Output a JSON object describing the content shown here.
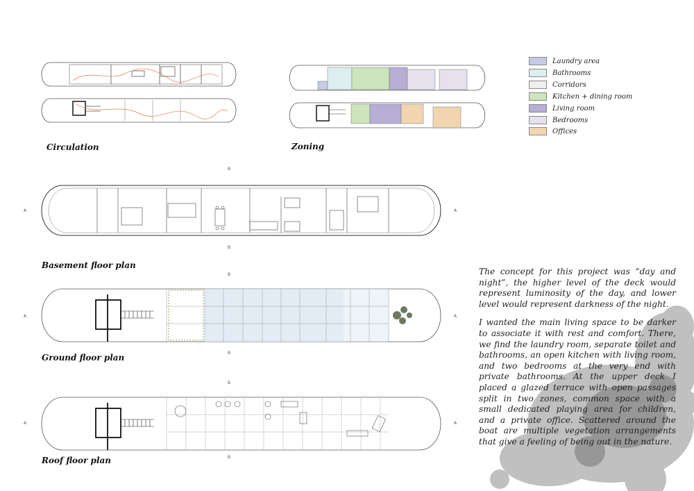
{
  "legend": [
    {
      "label": "Laundry area",
      "color": "#c5cbe3"
    },
    {
      "label": "Bathrooms",
      "color": "#ddeef1"
    },
    {
      "label": "Corridors",
      "color": "#eeeeee"
    },
    {
      "label": "Kitchen + dining room",
      "color": "#cde4bc"
    },
    {
      "label": "Living room",
      "color": "#b7aed6"
    },
    {
      "label": "Bedrooms",
      "color": "#e6e1ee"
    },
    {
      "label": "Offices",
      "color": "#f1d5b1"
    }
  ],
  "captions": {
    "circulation": "Circulation",
    "zoning": "Zoning",
    "basement": "Basement floor plan",
    "ground": "Ground floor plan",
    "roof": "Roof floor plan"
  },
  "section_markers": {
    "a": "A",
    "b": "B"
  },
  "concept": {
    "paragraph1": "The concept for this project was “day and night”, the higher level of the deck would represent luminosity of the day, and lower level would represent darkness of the night.",
    "paragraph2": "I wanted the main living space to be darker to associate it with rest and comfort. There, we find the laundry room, separate toilet and bathrooms, an open kitchen with living room, and two bedrooms at the very end with private bathrooms. At the upper deck I placed a glazed terrace with open passages split in two zones, common space with a small dedicated playing area for children, and a private office. Scattered around the boat are multiple vegetation arrangements that give a feeling of being out in the nature."
  }
}
